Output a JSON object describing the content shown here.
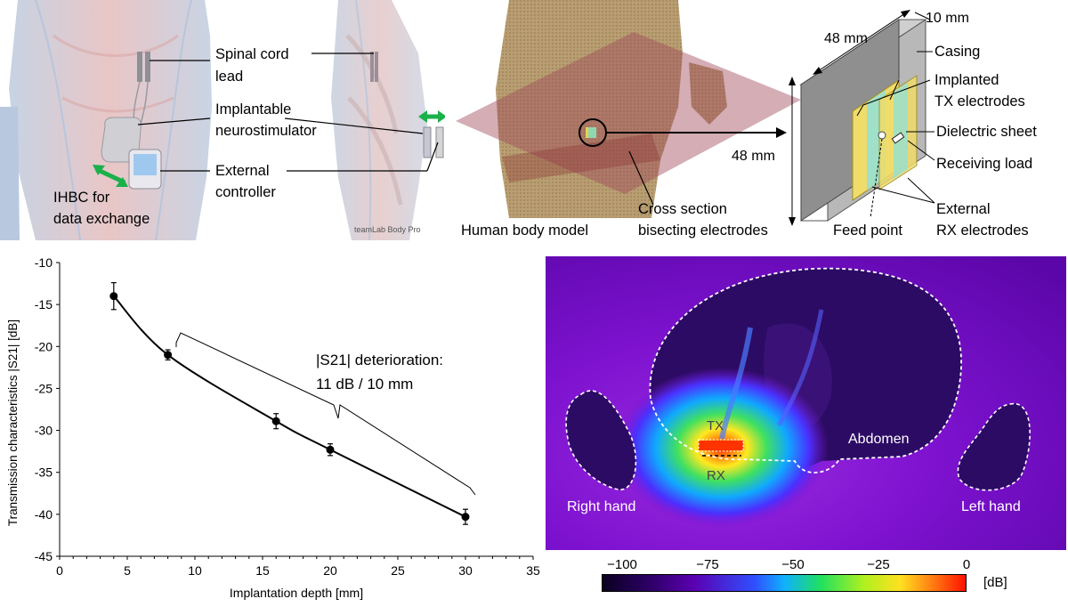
{
  "panel_a": {
    "labels": {
      "spinal_cord_lead": [
        "Spinal cord",
        "lead"
      ],
      "implantable_neurostimulator": [
        "Implantable",
        "neurostimulator"
      ],
      "external_controller": [
        "External",
        "controller"
      ],
      "ihbc": [
        "IHBC for",
        "data exchange"
      ],
      "watermark": "teamLab Body Pro"
    }
  },
  "panel_b": {
    "labels": {
      "human_body_model": "Human body model",
      "cross_section": [
        "Cross section",
        "bisecting electrodes"
      ]
    }
  },
  "panel_c": {
    "dimensions": {
      "width": "48 mm",
      "height": "48 mm",
      "depth": "10 mm"
    },
    "labels": {
      "casing": "Casing",
      "implanted_tx": [
        "Implanted",
        "TX electrodes"
      ],
      "dielectric_sheet": "Dielectric sheet",
      "receiving_load": "Receiving load",
      "external_rx": [
        "External",
        "RX electrodes"
      ],
      "feed_point": "Feed point"
    }
  },
  "chart_data": {
    "type": "line",
    "xlabel": "Implantation depth [mm]",
    "ylabel": "Transmission characteristics |S21| [dB]",
    "xlim": [
      0,
      35
    ],
    "ylim": [
      -45,
      -10
    ],
    "xticks": [
      0,
      5,
      10,
      15,
      20,
      25,
      30,
      35
    ],
    "yticks": [
      -10,
      -15,
      -20,
      -25,
      -30,
      -35,
      -40,
      -45
    ],
    "x": [
      4,
      8,
      16,
      20,
      30
    ],
    "y": [
      -14.0,
      -21.0,
      -28.9,
      -32.3,
      -40.3
    ],
    "error": [
      1.6,
      0.6,
      0.9,
      0.7,
      0.9
    ],
    "annotation": [
      "|S21| deterioration:",
      "11 dB / 10 mm"
    ],
    "grid": false
  },
  "heatmap": {
    "labels": {
      "tx": "TX",
      "rx": "RX",
      "abdomen": "Abdomen",
      "right_hand": "Right hand",
      "left_hand": "Left hand"
    },
    "colorbar": {
      "ticks": [
        "−100",
        "−75",
        "−50",
        "−25",
        "0"
      ],
      "unit": "[dB]",
      "colors": [
        "#0a0020",
        "#5a00b0",
        "#3050ff",
        "#20e060",
        "#ffe020",
        "#ff1000"
      ]
    }
  }
}
